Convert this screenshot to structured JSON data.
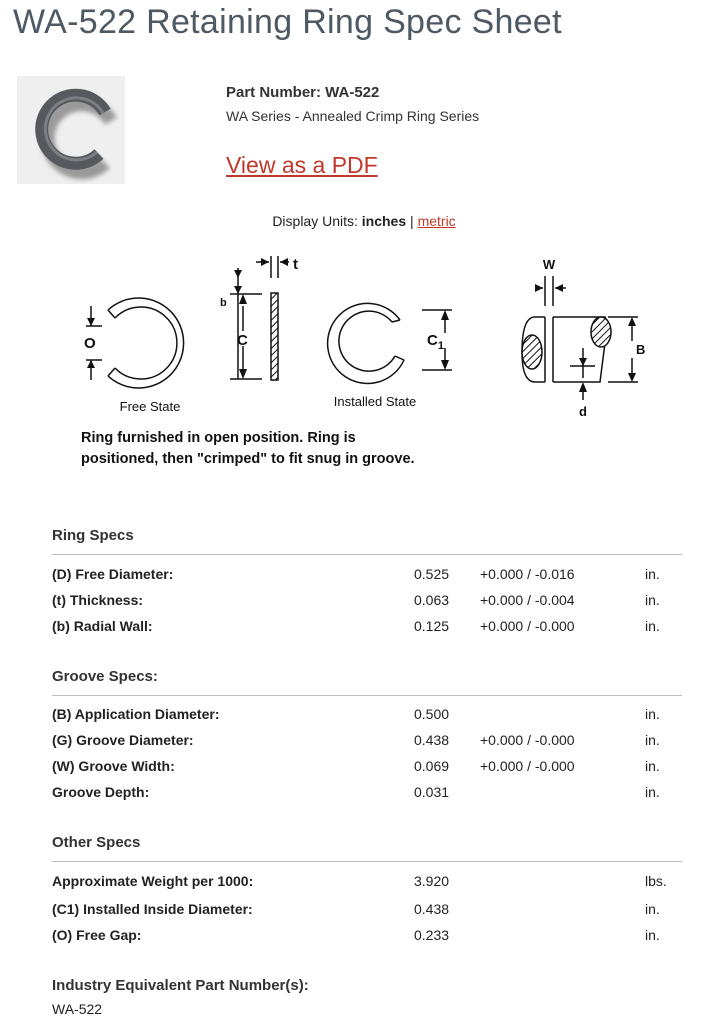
{
  "header": {
    "title": "WA-522 Retaining Ring Spec Sheet"
  },
  "product": {
    "part_number_line": "Part Number: WA-522",
    "series_line": "WA Series - Annealed Crimp Ring Series",
    "pdf_link_label": "View as a PDF"
  },
  "units": {
    "prefix": "Display Units: ",
    "current": "inches",
    "separator": " | ",
    "alternate": "metric"
  },
  "diagram": {
    "label_t": "t",
    "label_b": "b",
    "label_o": "O",
    "label_c": "C",
    "label_c1": "C",
    "label_c1_sub": "1",
    "label_w": "W",
    "label_b_big": "B",
    "label_d": "d",
    "caption_free": "Free State",
    "caption_installed": "Installed State",
    "note_line1": "Ring furnished in open position.  Ring is",
    "note_line2": "positioned, then \"crimped\" to fit snug in groove."
  },
  "ring_specs": {
    "title": "Ring Specs",
    "rows": [
      {
        "label": "(D) Free Diameter:",
        "value": "0.525",
        "tolerance": "+0.000 / -0.016",
        "unit": "in."
      },
      {
        "label": "(t) Thickness:",
        "value": "0.063",
        "tolerance": "+0.000 / -0.004",
        "unit": "in."
      },
      {
        "label": "(b) Radial Wall:",
        "value": "0.125",
        "tolerance": "+0.000 / -0.000",
        "unit": "in."
      }
    ]
  },
  "groove_specs": {
    "title": "Groove Specs:",
    "rows": [
      {
        "label": "(B) Application Diameter:",
        "value": "0.500",
        "tolerance": "",
        "unit": "in."
      },
      {
        "label": "(G) Groove Diameter:",
        "value": "0.438",
        "tolerance": "+0.000 / -0.000",
        "unit": "in."
      },
      {
        "label": "(W) Groove Width:",
        "value": "0.069",
        "tolerance": "+0.000 / -0.000",
        "unit": "in."
      },
      {
        "label": "Groove Depth:",
        "value": "0.031",
        "tolerance": "",
        "unit": "in."
      }
    ]
  },
  "other_specs": {
    "title": "Other Specs",
    "rows": [
      {
        "label": "Approximate Weight per 1000:",
        "value": "3.920",
        "tolerance": "",
        "unit": "lbs."
      },
      {
        "label": "(C1) Installed Inside Diameter:",
        "value": "0.438",
        "tolerance": "",
        "unit": "in."
      },
      {
        "label": "(O) Free Gap:",
        "value": "0.233",
        "tolerance": "",
        "unit": "in."
      }
    ]
  },
  "equivalents": {
    "title": "Industry Equivalent Part Number(s):",
    "value": "WA-522"
  }
}
